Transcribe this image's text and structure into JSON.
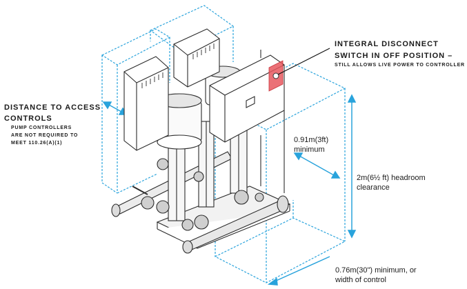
{
  "labels": {
    "disconnect": {
      "line1": "Integral disconnect",
      "line2": "switch in off position –",
      "line3": "still allows live power to controller"
    },
    "access": {
      "line1": "Distance to access",
      "line2": "controls",
      "sub1": "pump controllers",
      "sub2": "are not required to",
      "sub3": "meet 110.26(a)(1)"
    },
    "depth": {
      "line1": "0.91m(3ft)",
      "line2": "minimum"
    },
    "headroom": {
      "line1": "2m(6½ ft) headroom",
      "line2": "clearance"
    },
    "width": {
      "line1": "0.76m(30\") minimum, or",
      "line2": "width of control"
    }
  },
  "colors": {
    "dimension": "#29a3dc",
    "highlight": "#e8585f",
    "equipment": "#2b2b2b"
  }
}
